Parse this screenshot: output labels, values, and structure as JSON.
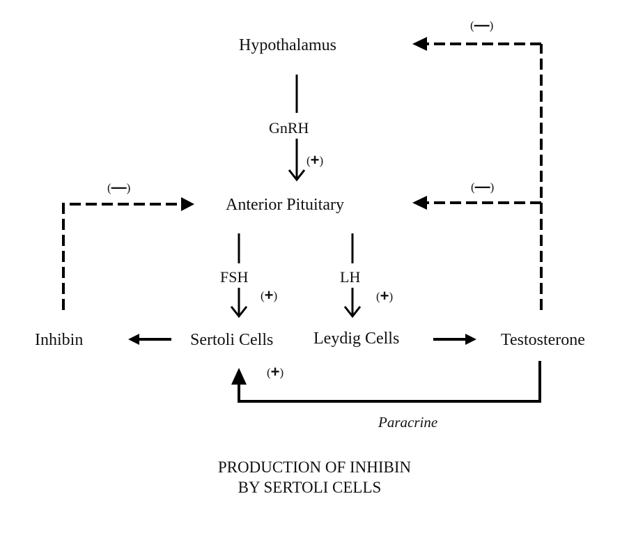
{
  "diagram": {
    "nodes": {
      "hypothalamus": "Hypothalamus",
      "anterior_pituitary": "Anterior Pituitary",
      "inhibin": "Inhibin",
      "sertoli_cells": "Sertoli Cells",
      "leydig_cells": "Leydig Cells",
      "testosterone": "Testosterone"
    },
    "hormones": {
      "gnrh": "GnRH",
      "fsh": "FSH",
      "lh": "LH"
    },
    "signs": {
      "gnrh_effect": {
        "open": "(",
        "symbol": "+",
        "close": ")"
      },
      "fsh_effect": {
        "open": "(",
        "symbol": "+",
        "close": ")"
      },
      "lh_effect": {
        "open": "(",
        "symbol": "+",
        "close": ")"
      },
      "paracrine_effect": {
        "open": "(",
        "symbol": "+",
        "close": ")"
      },
      "inhibin_feedback": {
        "open": "(",
        "symbol": "—",
        "close": ")"
      },
      "testosterone_pituitary_feedback": {
        "open": "(",
        "symbol": "—",
        "close": ")"
      },
      "testosterone_hypothalamus_feedback": {
        "open": "(",
        "symbol": "—",
        "close": ")"
      }
    },
    "paracrine_label": "Paracrine",
    "caption": {
      "line1": "PRODUCTION OF INHIBIN",
      "line2": "BY SERTOLI CELLS"
    },
    "edges": [
      {
        "from": "Hypothalamus",
        "to": "Anterior Pituitary",
        "via": "GnRH",
        "effect": "+",
        "style": "solid"
      },
      {
        "from": "Anterior Pituitary",
        "to": "Sertoli Cells",
        "via": "FSH",
        "effect": "+",
        "style": "solid"
      },
      {
        "from": "Anterior Pituitary",
        "to": "Leydig Cells",
        "via": "LH",
        "effect": "+",
        "style": "solid"
      },
      {
        "from": "Sertoli Cells",
        "to": "Inhibin",
        "style": "solid"
      },
      {
        "from": "Leydig Cells",
        "to": "Testosterone",
        "style": "solid"
      },
      {
        "from": "Testosterone",
        "to": "Sertoli Cells",
        "via": "Paracrine",
        "effect": "+",
        "style": "solid"
      },
      {
        "from": "Inhibin",
        "to": "Anterior Pituitary",
        "effect": "-",
        "style": "dashed"
      },
      {
        "from": "Testosterone",
        "to": "Anterior Pituitary",
        "effect": "-",
        "style": "dashed"
      },
      {
        "from": "Testosterone",
        "to": "Hypothalamus",
        "effect": "-",
        "style": "dashed"
      }
    ]
  }
}
